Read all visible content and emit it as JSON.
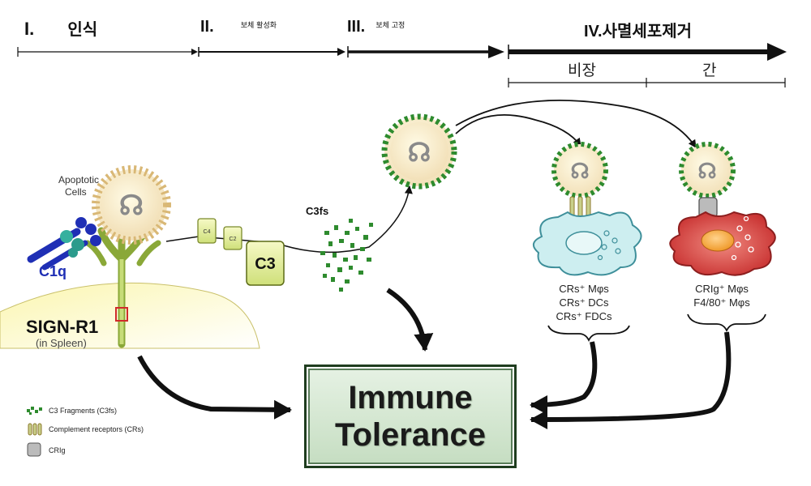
{
  "stages": [
    {
      "numeral": "I.",
      "label": "인식"
    },
    {
      "numeral": "II.",
      "label": "보체 활성화"
    },
    {
      "numeral": "III.",
      "label": "보체 고정"
    },
    {
      "numeral": "IV.",
      "label": "사멸세포제거"
    }
  ],
  "organs": {
    "spleen": "비장",
    "liver": "간"
  },
  "labels": {
    "apoptotic": [
      "Apoptotic",
      "Cells"
    ],
    "c1q": "C1q",
    "sign_r1": "SIGN-R1",
    "in_spleen": "(in Spleen)",
    "c4": "C4",
    "c2": "C2",
    "c3": "C3",
    "c3fs": "C3fs"
  },
  "cell_groups": {
    "spleen_cells": [
      "CRs⁺ Mφs",
      "CRs⁺ DCs",
      "CRs⁺ FDCs"
    ],
    "liver_cells": [
      "CRIg⁺ Mφs",
      "F4/80⁺ Mφs"
    ]
  },
  "outcome": [
    "Immune",
    "Tolerance"
  ],
  "legend": [
    {
      "icon": "c3-fragments-icon",
      "text": "C3 Fragments (C3fs)"
    },
    {
      "icon": "complement-receptor-icon",
      "text": "Complement receptors (CRs)"
    },
    {
      "icon": "crig-icon",
      "text": "CRIg"
    }
  ],
  "colors": {
    "fragment": "#2e8b2e",
    "c1q": "#1f2fb5",
    "spleen_macrophage": "#cdeef0",
    "liver_macrophage": "#d93a3a",
    "box_border": "#1f3d1f",
    "receptor_stalk": "#c9cf8a",
    "spleen_tissue": "#f7f3a0"
  }
}
